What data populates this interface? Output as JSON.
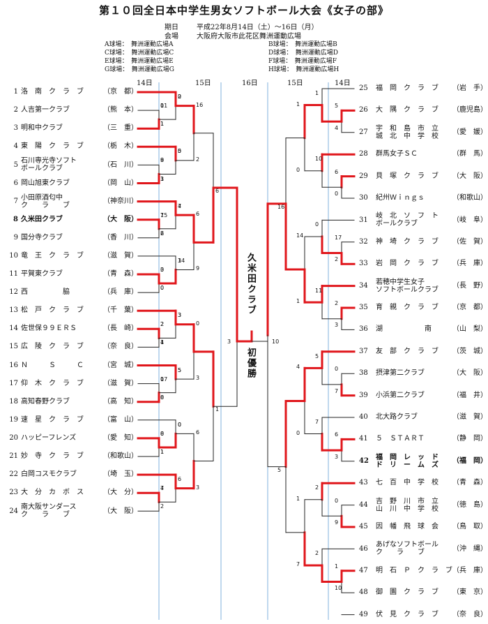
{
  "title": "第１０回全日本中学生男女ソフトボール大会《女子の部》",
  "info": {
    "date_label": "期日",
    "date_value": "平成22年8月14日（土）〜16日（月）",
    "venue_label": "会場",
    "venue_value": "大阪府大阪市此花区舞洲運動広場",
    "fields_left": [
      "A球場：　舞洲運動広場A",
      "C球場：　舞洲運動広場C",
      "E球場：　舞洲運動広場E",
      "G球場：　舞洲運動広場G"
    ],
    "fields_right": [
      "B球場：　舞洲運動広場B",
      "D球場：　舞洲運動広場D",
      "F球場：　舞洲運動広場F",
      "H球場：　舞洲運動広場H"
    ]
  },
  "days": {
    "d14": "14日",
    "d15": "15日",
    "d16": "16日"
  },
  "champion": {
    "name": "久米田クラブ",
    "label": "初優勝"
  },
  "left_teams": [
    {
      "no": "1",
      "name": "洛　南　ク　ラ　ブ",
      "pref": "（京　都）"
    },
    {
      "no": "2",
      "name": "人吉第一クラブ",
      "pref": "（熊　本）"
    },
    {
      "no": "3",
      "name": "明和中クラブ",
      "pref": "（三　重）"
    },
    {
      "no": "4",
      "name": "東　陽　ク　ラ　ブ",
      "pref": "（栃　木）"
    },
    {
      "no": "5",
      "name": "石川専光寺ソフト\nボールクラブ",
      "pref": "（石　川）"
    },
    {
      "no": "6",
      "name": "岡山旭東クラブ",
      "pref": "（岡　山）"
    },
    {
      "no": "7",
      "name": "小田原酒匂中\nク　　ラ　　ブ",
      "pref": "（神奈川）"
    },
    {
      "no": "8",
      "name": "久米田クラブ",
      "pref": "（大　阪）",
      "bold": true
    },
    {
      "no": "9",
      "name": "国分寺クラブ",
      "pref": "（香　川）"
    },
    {
      "no": "10",
      "name": "竜　王　ク　ラ　ブ",
      "pref": "（滋　賀）"
    },
    {
      "no": "11",
      "name": "平賀東クラブ",
      "pref": "（青　森）"
    },
    {
      "no": "12",
      "name": "西　　　　　脇",
      "pref": "（兵　庫）"
    },
    {
      "no": "13",
      "name": "松　戸　ク　ラ　ブ",
      "pref": "（千　葉）"
    },
    {
      "no": "14",
      "name": "佐世保９９ＥＲＳ",
      "pref": "（長　崎）"
    },
    {
      "no": "15",
      "name": "広　陵　ク　ラ　ブ",
      "pref": "（奈　良）"
    },
    {
      "no": "16",
      "name": "Ｎ　　　Ｓ　　　Ｃ",
      "pref": "（宮　城）"
    },
    {
      "no": "17",
      "name": "仰　木　ク　ラ　ブ",
      "pref": "（滋　賀）"
    },
    {
      "no": "18",
      "name": "高知春野クラブ",
      "pref": "（高　知）"
    },
    {
      "no": "19",
      "name": "速　星　ク　ラ　ブ",
      "pref": "（富　山）"
    },
    {
      "no": "20",
      "name": "ハッピーフレンズ",
      "pref": "（愛　知）"
    },
    {
      "no": "21",
      "name": "妙　寺　ク　ラ　ブ",
      "pref": "（和歌山）"
    },
    {
      "no": "22",
      "name": "白岡コスモクラブ",
      "pref": "（埼　玉）"
    },
    {
      "no": "23",
      "name": "大　分　カ　ボ　ス",
      "pref": "（大　分）"
    },
    {
      "no": "24",
      "name": "南大阪サンダース\nク　　ラ　　ブ",
      "pref": "（大　阪）"
    }
  ],
  "right_teams": [
    {
      "no": "25",
      "name": "福　岡　ク　ラ　ブ",
      "pref": "（岩　手）"
    },
    {
      "no": "26",
      "name": "大　隅　ク　ラ　ブ",
      "pref": "（鹿児島）"
    },
    {
      "no": "27",
      "name": "宇　和　島　市　立\n城　北　中　学　校",
      "pref": "（愛　媛）"
    },
    {
      "no": "28",
      "name": "群馬女子ＳＣ",
      "pref": "（群　馬）"
    },
    {
      "no": "29",
      "name": "貝　塚　ク　ラ　ブ",
      "pref": "（大　阪）"
    },
    {
      "no": "30",
      "name": "紀州Ｗｉｎｇｓ",
      "pref": "（和歌山）"
    },
    {
      "no": "31",
      "name": "岐　北　ソ　フ　ト\nボールクラブ",
      "pref": "（岐　阜）"
    },
    {
      "no": "32",
      "name": "神　埼　ク　ラ　ブ",
      "pref": "（佐　賀）"
    },
    {
      "no": "33",
      "name": "岩　岡　ク　ラ　ブ",
      "pref": "（兵　庫）"
    },
    {
      "no": "34",
      "name": "若穂中学生女子\nソフトボールクラブ",
      "pref": "（長　野）"
    },
    {
      "no": "35",
      "name": "育　親　ク　ラ　ブ",
      "pref": "（京　都）"
    },
    {
      "no": "36",
      "name": "湖　　　　　　南",
      "pref": "（山　梨）"
    },
    {
      "no": "37",
      "name": "友　部　ク　ラ　ブ",
      "pref": "（茨　城）"
    },
    {
      "no": "38",
      "name": "摂津第二クラブ",
      "pref": "（大　阪）"
    },
    {
      "no": "39",
      "name": "小浜第二クラブ",
      "pref": "（福　井）"
    },
    {
      "no": "40",
      "name": "北大路クラブ",
      "pref": "（滋　賀）"
    },
    {
      "no": "41",
      "name": "５　ＳＴＡＲＴ",
      "pref": "（静　岡）"
    },
    {
      "no": "42",
      "name": "福　岡　レ　ッ　ド\nド　リ　ー　ム　ズ",
      "pref": "（福　岡）",
      "bold": true
    },
    {
      "no": "43",
      "name": "七　百　中　学　校",
      "pref": "（青　森）"
    },
    {
      "no": "44",
      "name": "吉　野　川　市　立\n山　川　中　学　校",
      "pref": "（徳　島）"
    },
    {
      "no": "45",
      "name": "因　幡　飛　球　会",
      "pref": "（鳥　取）"
    },
    {
      "no": "46",
      "name": "あげなソフトボール\nク　　ラ　　ブ",
      "pref": "（沖　縄）"
    },
    {
      "no": "47",
      "name": "明　石　Ｐ　ク　ラ　ブ",
      "pref": "（兵　庫）"
    },
    {
      "no": "48",
      "name": "御　園　ク　ラ　ブ",
      "pref": "（東　京）"
    },
    {
      "no": "49",
      "name": "伏　見　ク　ラ　ブ",
      "pref": "（奈　良）"
    }
  ],
  "scores": [
    "0",
    "1",
    "0",
    "9",
    "3",
    "5",
    "7",
    "2",
    "7",
    "0",
    "0",
    "3",
    "2",
    "1",
    "3",
    "0",
    "8",
    "5",
    "0",
    "1",
    "0",
    "7",
    "2",
    "6",
    "5",
    "4",
    "1",
    "6",
    "0",
    "10",
    "17",
    "2",
    "0",
    "2",
    "3",
    "11",
    "0",
    "7",
    "5",
    "6",
    "3",
    "7",
    "0",
    "9",
    "2",
    "1",
    "10",
    "2",
    "16",
    "2",
    "6",
    "9",
    "0",
    "3",
    "6",
    "3",
    "1",
    "0",
    "14",
    "1",
    "4",
    "0",
    "1",
    "7",
    "6",
    "1",
    "16",
    "5",
    "3",
    "10",
    "11",
    "1",
    "2",
    "8",
    "1",
    "0",
    "15",
    "6",
    "4",
    "3",
    "0",
    "14",
    "2",
    "4",
    "3",
    "17",
    "0",
    "5",
    "8",
    "1",
    "0",
    "4"
  ]
}
